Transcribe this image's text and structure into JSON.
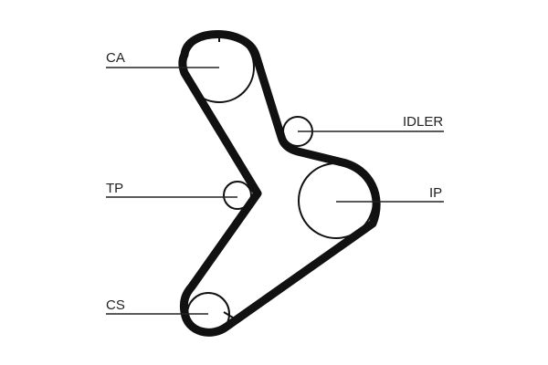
{
  "colors": {
    "background": "#ffffff",
    "belt": "#111111",
    "pulley_outline": "#111111",
    "leader_line": "#222222",
    "text": "#222222"
  },
  "labels": {
    "camshaft": "CA",
    "idler": "IDLER",
    "tensioner": "TP",
    "injection_pump": "IP",
    "crankshaft": "CS"
  }
}
